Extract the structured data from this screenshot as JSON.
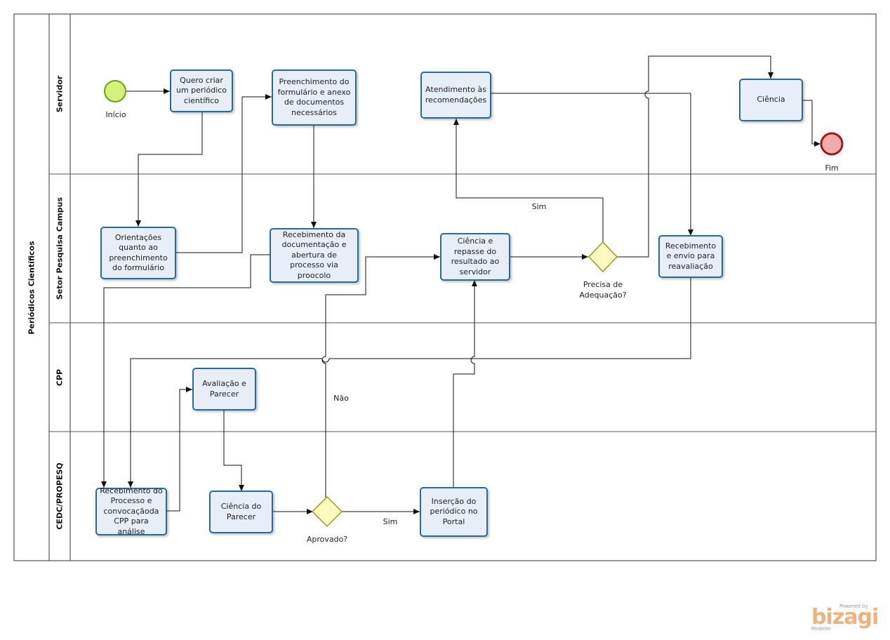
{
  "pool": {
    "title": "Periódicos Científicos"
  },
  "lanes": {
    "servidor": "Servidor",
    "setor": "Setor Pesquisa Campus",
    "cpp": "CPP",
    "cedc": "CEDC/PROPESQ"
  },
  "tasks": {
    "quero_criar": "Quero criar um periódico científico",
    "preenchimento": "Preenchimento do formulário e anexo de documentos necessários",
    "atendimento": "Atendimento às recomendações",
    "ciencia_final": "Ciência",
    "orientacoes": "Orientações quanto ao preenchimento do formulário",
    "recebimento_doc": "Recebimento da documentação e abertura de processo via proocolo",
    "ciencia_repasse": "Ciência e repasse do resultado ao servidor",
    "recebimento_envio": "Recebimento e envio para reavaliação",
    "avaliacao": "Avaliação e Parecer",
    "recebimento_processo": "Recebimento do Processo e convocaçãoda CPP para análise",
    "ciencia_parecer": "Ciência do Parecer",
    "insercao": "Inserção do periódico no Portal"
  },
  "events": {
    "start": "Início",
    "end": "Fim"
  },
  "gateways": {
    "precisa": "Precisa de Adequação?",
    "aprovado": "Aprovado?"
  },
  "flow_labels": {
    "sim_precisa": "Sim",
    "nao": "Não",
    "sim_aprovado": "Sim"
  },
  "branding": {
    "powered": "Powered by",
    "name": "bizagi",
    "product": "Modeler"
  },
  "colors": {
    "task_fill": "#e8eef8",
    "task_border": "#2a6a9a",
    "start_fill": "#d4f27a",
    "end_fill": "#f2aaaa",
    "gateway_fill": "#fbfbc0"
  }
}
